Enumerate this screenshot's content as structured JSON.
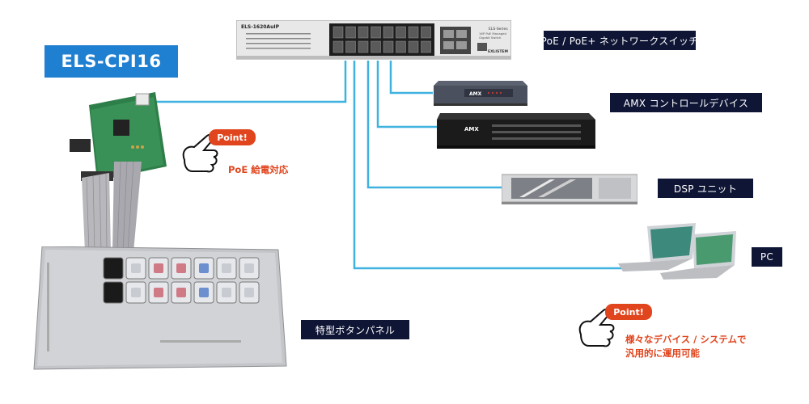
{
  "title": "ELS-CPI16",
  "switch": {
    "model": "ELS-1620AuIP",
    "series": "ELS-Series",
    "desc1": "16P PoE Managed",
    "desc2": "Gigabit Switch",
    "brand": "EXLISTEM"
  },
  "amx_brand": "AMX",
  "labels": {
    "switch": "PoE / PoE+ ネットワークスイッチ",
    "amx": "AMX コントロールデバイス",
    "dsp": "DSP ユニット",
    "pc": "PC",
    "panel": "特型ボタンパネル"
  },
  "point": {
    "badge": "Point!",
    "poe": "PoE 給電対応",
    "multi_line1": "様々なデバイス / システムで",
    "multi_line2": "汎用的に運用可能"
  },
  "colors": {
    "accent": "#1f7fd0",
    "line": "#3fb2e0",
    "label_bg": "#0f1535",
    "point": "#e0451d"
  }
}
